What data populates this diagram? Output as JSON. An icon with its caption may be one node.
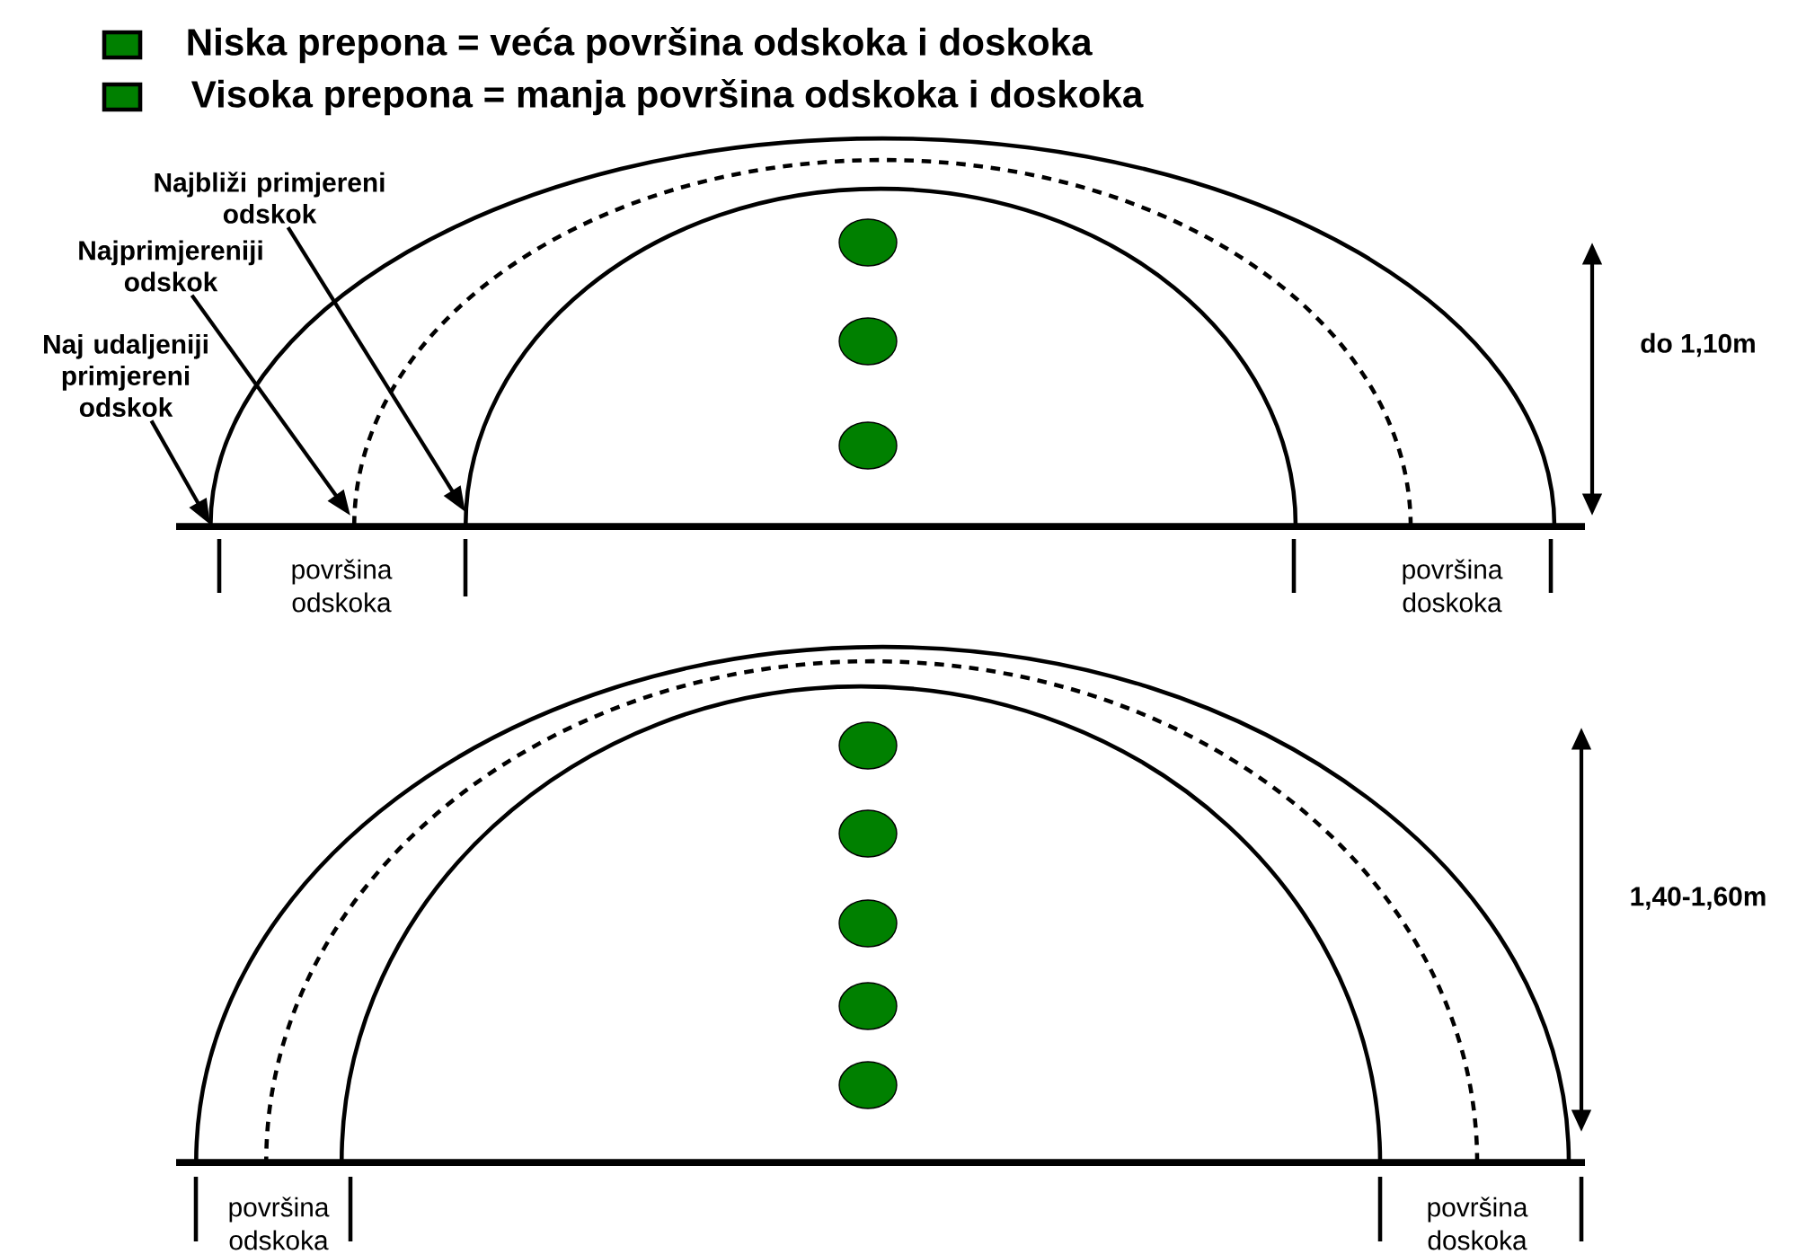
{
  "diagram": {
    "nodes": [
      {
        "text": [
          "Najbliži primjereni odskok"
        ]
      },
      {
        "text": [
          "Najprimjereniji odskok"
        ]
      },
      {
        "text": [
          "Naj udaljeniji primjereni odskok"
        ]
      }
    ],
    "edges": [
      {
        "from": 0,
        "to": null,
        "arrow": "to"
      },
      {
        "from": 1,
        "to": null,
        "arrow": "to"
      },
      {
        "from": 2,
        "to": null,
        "arrow": "to"
      }
    ],
    "labels": [
      "površina odskoka",
      "površina doskoka",
      "do 1,10m",
      "površina odskoka",
      "površina doskoka",
      "1,40-1,60m"
    ],
    "legend": [
      {
        "text": "Niska prepona = veća površina odskoka i doskoka",
        "color": "#008000"
      },
      {
        "text": "Visoka prepona = manja površina odskoka i doskoka",
        "color": "#008000"
      }
    ]
  }
}
